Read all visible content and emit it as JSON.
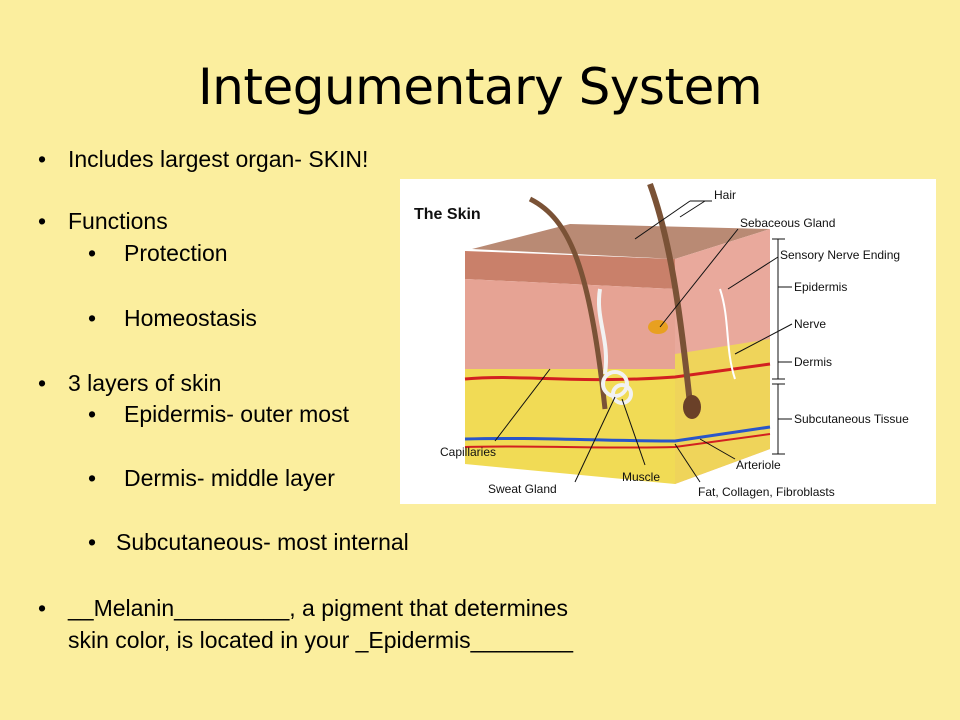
{
  "slide": {
    "title": "Integumentary System",
    "bullets": {
      "b1": "Includes largest organ- SKIN!",
      "b2": "Functions",
      "b2_1": "Protection",
      "b2_2": "Homeostasis",
      "b3": "3 layers of skin",
      "b3_1": "Epidermis- outer most",
      "b3_2": "Dermis- middle layer",
      "b3_3": "Subcutaneous- most internal",
      "b4_line1": "__Melanin_________, a pigment that determines",
      "b4_line2": "skin color, is located in your _Epidermis________"
    },
    "bullet_glyph": "•"
  },
  "diagram": {
    "title": "The Skin",
    "labels": {
      "hair": "Hair",
      "sebaceous_gland": "Sebaceous Gland",
      "sensory_nerve_ending": "Sensory Nerve Ending",
      "epidermis": "Epidermis",
      "nerve": "Nerve",
      "dermis": "Dermis",
      "subcutaneous_tissue": "Subcutaneous Tissue",
      "capillaries": "Capillaries",
      "arteriole": "Arteriole",
      "muscle": "Muscle",
      "sweat_gland": "Sweat Gland",
      "fat": "Fat, Collagen, Fibroblasts"
    }
  },
  "colors": {
    "background": "#fbee9e",
    "epidermis": "#c98a72",
    "dermis": "#e8a79a",
    "subcutaneous": "#f3dd5a"
  }
}
